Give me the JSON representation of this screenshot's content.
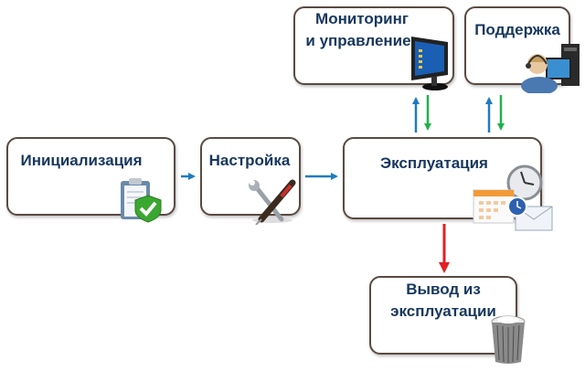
{
  "diagram": {
    "nodes": [
      {
        "id": "init",
        "label": "Инициализация",
        "icon": "clipboard-check-icon"
      },
      {
        "id": "config",
        "label": "Настройка",
        "icon": "wrench-screwdriver-icon"
      },
      {
        "id": "operation",
        "label": "Эксплуатация",
        "icon": "clock-calendar-mail-icon"
      },
      {
        "id": "monitoring",
        "label_line1": "Мониторинг",
        "label_line2": "и управление",
        "icon": "monitor-icon"
      },
      {
        "id": "support",
        "label": "Поддержка",
        "icon": "support-operator-icon"
      },
      {
        "id": "decommission",
        "label_line1": "Вывод из",
        "label_line2": "эксплуатации",
        "icon": "trash-bin-icon"
      }
    ],
    "edges": [
      {
        "from": "init",
        "to": "config",
        "color": "#1f7bc1"
      },
      {
        "from": "config",
        "to": "operation",
        "color": "#1f7bc1"
      },
      {
        "from": "operation",
        "to": "monitoring",
        "color": "#1f7bc1"
      },
      {
        "from": "monitoring",
        "to": "operation",
        "color": "#22b14c"
      },
      {
        "from": "operation",
        "to": "support",
        "color": "#1f7bc1"
      },
      {
        "from": "support",
        "to": "operation",
        "color": "#22b14c"
      },
      {
        "from": "operation",
        "to": "decommission",
        "color": "#e31e24"
      }
    ],
    "colors": {
      "text": "#17375e",
      "border": "#5a4a42",
      "blue": "#1f7bc1",
      "green": "#22b14c",
      "red": "#e31e24"
    }
  }
}
